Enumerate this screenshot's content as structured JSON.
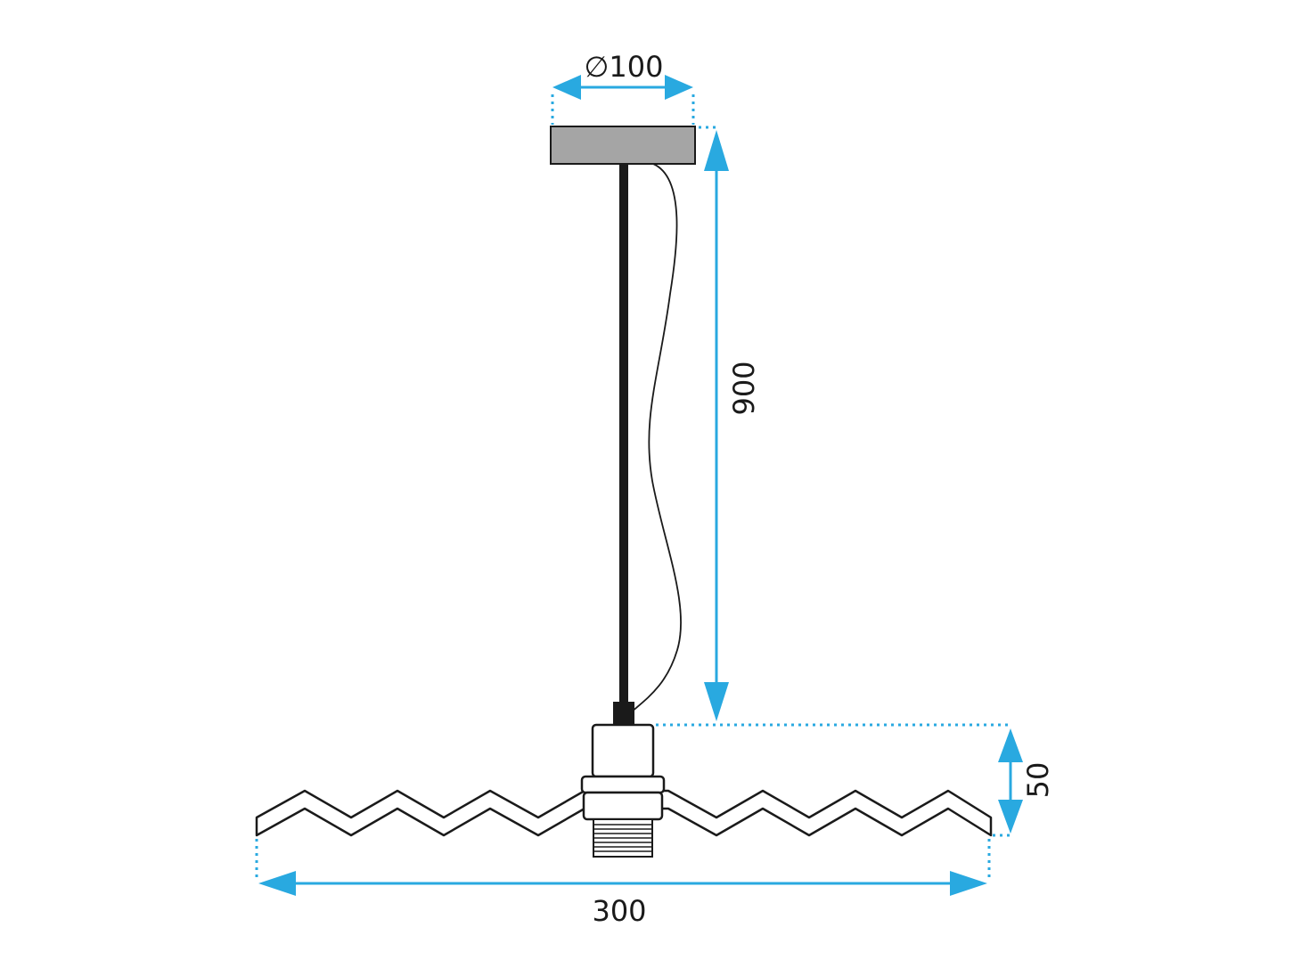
{
  "dimensions": {
    "canopy_diameter": "∅100",
    "cable_length": "900",
    "shade_height": "50",
    "shade_width": "300"
  },
  "colors": {
    "dimension_lines": "#29a9e0",
    "outline": "#1a1a1a",
    "canopy_fill": "#a5a5a5",
    "cable": "#1a1a1a"
  }
}
